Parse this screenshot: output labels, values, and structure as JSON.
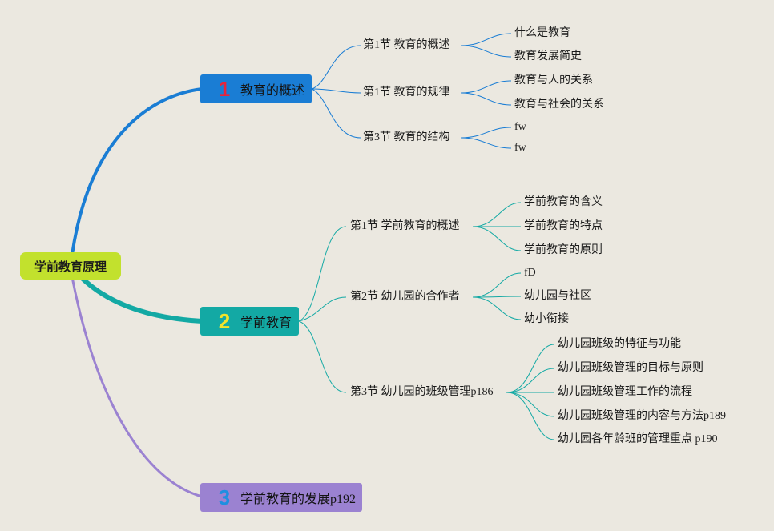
{
  "root": {
    "label": "学前教育原理",
    "color": "#c2e12d"
  },
  "branches": [
    {
      "num": "1",
      "label": "教育的概述",
      "color": "#1a7dd4",
      "sections": [
        {
          "label": "第1节 教育的概述",
          "items": [
            "什么是教育",
            "教育发展简史"
          ]
        },
        {
          "label": "第1节 教育的规律",
          "items": [
            "教育与人的关系",
            "教育与社会的关系"
          ]
        },
        {
          "label": "第3节 教育的结构",
          "items": [
            "fw",
            "fw"
          ]
        }
      ]
    },
    {
      "num": "2",
      "label": "学前教育",
      "color": "#13a9a4",
      "sections": [
        {
          "label": "第1节 学前教育的概述",
          "items": [
            "学前教育的含义",
            "学前教育的特点",
            "学前教育的原则"
          ]
        },
        {
          "label": "第2节 幼儿园的合作者",
          "items": [
            "fD",
            "幼儿园与社区",
            "幼小衔接"
          ]
        },
        {
          "label": "第3节 幼儿园的班级管理p186",
          "items": [
            "幼儿园班级的特征与功能",
            "幼儿园班级管理的目标与原则",
            "幼儿园班级管理工作的流程",
            "幼儿园班级管理的内容与方法p189",
            "幼儿园各年龄班的管理重点 p190"
          ]
        }
      ]
    },
    {
      "num": "3",
      "label": "学前教育的发展p192",
      "color": "#9b82d1",
      "sections": []
    }
  ]
}
